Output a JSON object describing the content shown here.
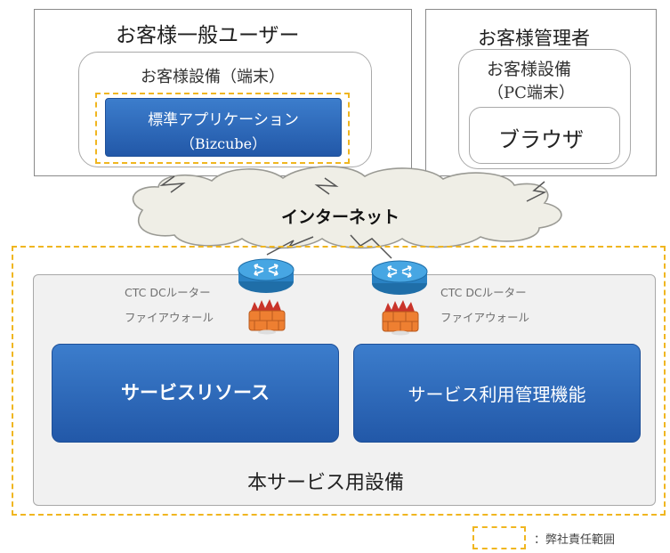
{
  "general_user": {
    "title": "お客様一般ユーザー",
    "device_label": "お客様設備（端末）",
    "app_line1": "標準アプリケーション",
    "app_line2": "（Bizcube）"
  },
  "admin": {
    "title": "お客様管理者",
    "device_line1": "お客様設備",
    "device_line2": "（PC端末）",
    "browser": "ブラウザ"
  },
  "internet": "インターネット",
  "service_area": {
    "left_router": {
      "router": "CTC DCルーター",
      "firewall": "ファイアウォール"
    },
    "right_router": {
      "router": "CTC DCルーター",
      "firewall": "ファイアウォール"
    },
    "resource": "サービスリソース",
    "management": "サービス利用管理機能",
    "facility": "本サービス用設備"
  },
  "legend": {
    "label": "：弊社責任範囲"
  },
  "colors": {
    "accent_blue": "#2a63b4",
    "dashed_orange": "#f0b620",
    "cloud_fill": "#efeee6",
    "router_blue": "#2e8fd0",
    "firewall_orange": "#e8762a"
  }
}
